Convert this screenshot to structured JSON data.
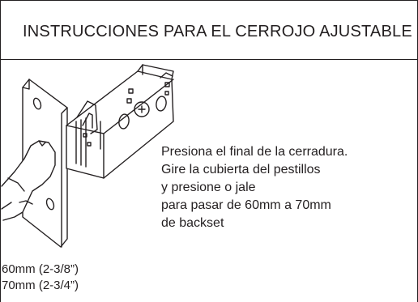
{
  "header": {
    "title": "INSTRUCCIONES PARA EL CERROJO AJUSTABLE"
  },
  "illustration": {
    "subject": "adjustable-latch-icon"
  },
  "instructions": {
    "lines": [
      "Presiona el final de la cerradura.",
      "Gire la cubierta del pestillos",
      "y presione o jale",
      "para pasar de 60mm a 70mm",
      "de backset"
    ]
  },
  "backset_sizes": [
    "60mm (2-3/8”)",
    "70mm (2-3/4”)"
  ],
  "colors": {
    "ink": "#231f20",
    "background": "#ffffff"
  }
}
